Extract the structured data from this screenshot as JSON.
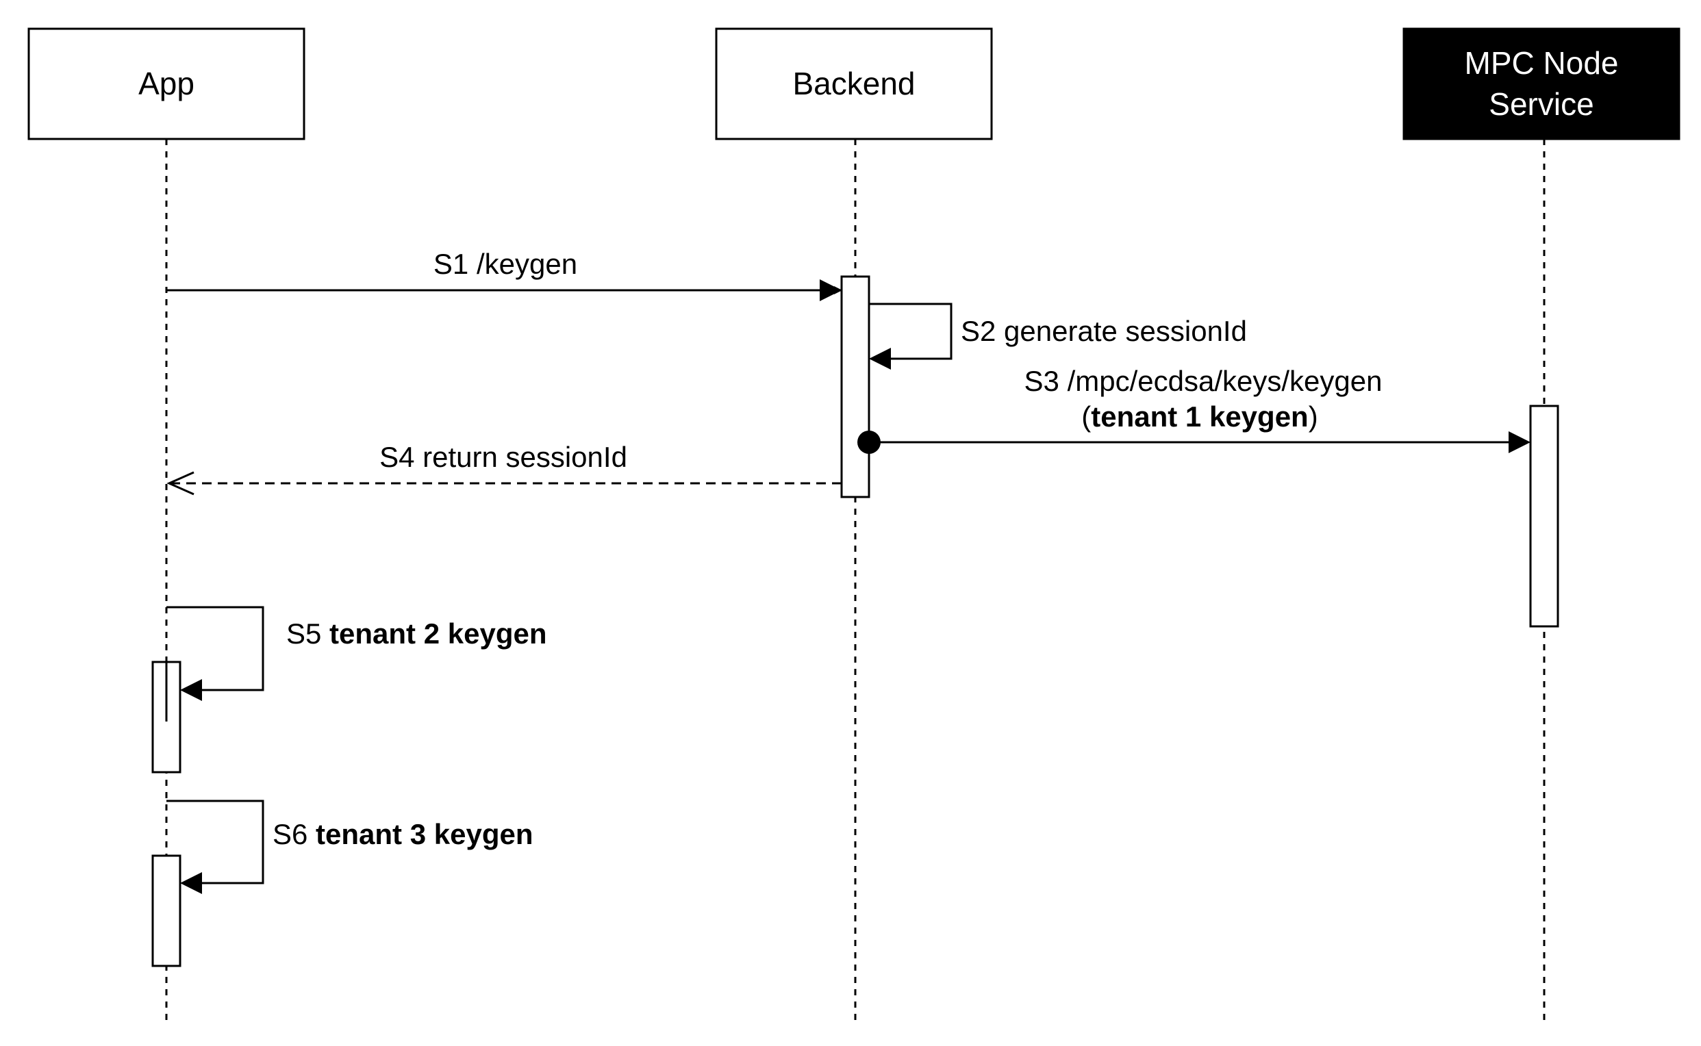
{
  "colors": {
    "stroke": "#000000",
    "background": "#ffffff",
    "highlight_actor_fill": "#000000",
    "highlight_actor_text": "#ffffff"
  },
  "actors": [
    {
      "id": "app",
      "label": "App"
    },
    {
      "id": "backend",
      "label": "Backend"
    },
    {
      "id": "mpc",
      "label_line1": "MPC Node",
      "label_line2": "Service"
    }
  ],
  "messages": {
    "s1": {
      "text": "S1 /keygen"
    },
    "s2": {
      "text": "S2 generate sessionId"
    },
    "s3": {
      "line1": "S3 /mpc/ecdsa/keys/keygen",
      "open": "(",
      "bold": "tenant 1 keygen",
      "close": ")"
    },
    "s4": {
      "text": "S4 return sessionId"
    },
    "s5": {
      "prefix": "S5 ",
      "bold": "tenant 2 keygen"
    },
    "s6": {
      "prefix": "S6 ",
      "bold": "tenant 3 keygen"
    }
  }
}
